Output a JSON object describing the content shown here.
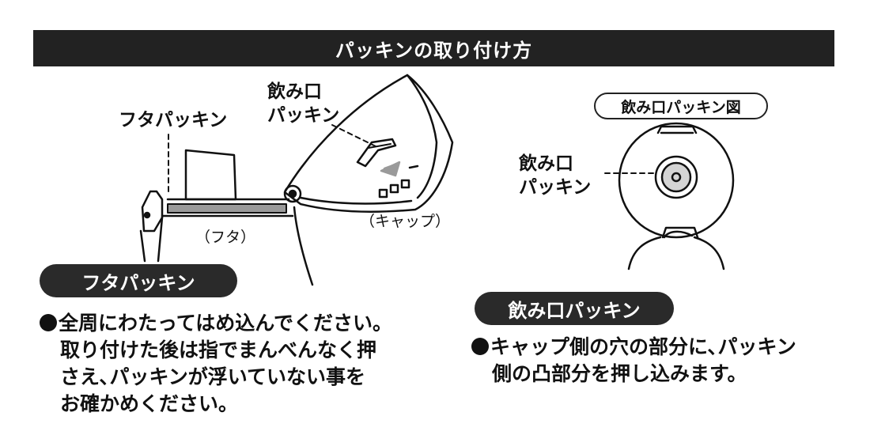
{
  "title": "パッキンの取り付け方",
  "left_diagram": {
    "lid_packing_label": "フタパッキン",
    "spout_packing_label_line1": "飲み口",
    "spout_packing_label_line2": "パッキン",
    "lid_caption": "（フタ）",
    "cap_caption": "（キャップ）"
  },
  "right_diagram": {
    "caption": "飲み口パッキン図",
    "spout_packing_label_line1": "飲み口",
    "spout_packing_label_line2": "パッキン"
  },
  "lid_packing_section": {
    "heading": "フタパッキン",
    "line1": "全周にわたってはめ込んでください。",
    "line2": "取り付けた後は指でまんべんなく押",
    "line3": "さえ､パッキンが浮いていない事を",
    "line4": "お確かめください。"
  },
  "spout_packing_section": {
    "heading": "飲み口パッキン",
    "line1": "キャップ側の穴の部分に､パッキン",
    "line2": "側の凸部分を押し込みます。"
  }
}
